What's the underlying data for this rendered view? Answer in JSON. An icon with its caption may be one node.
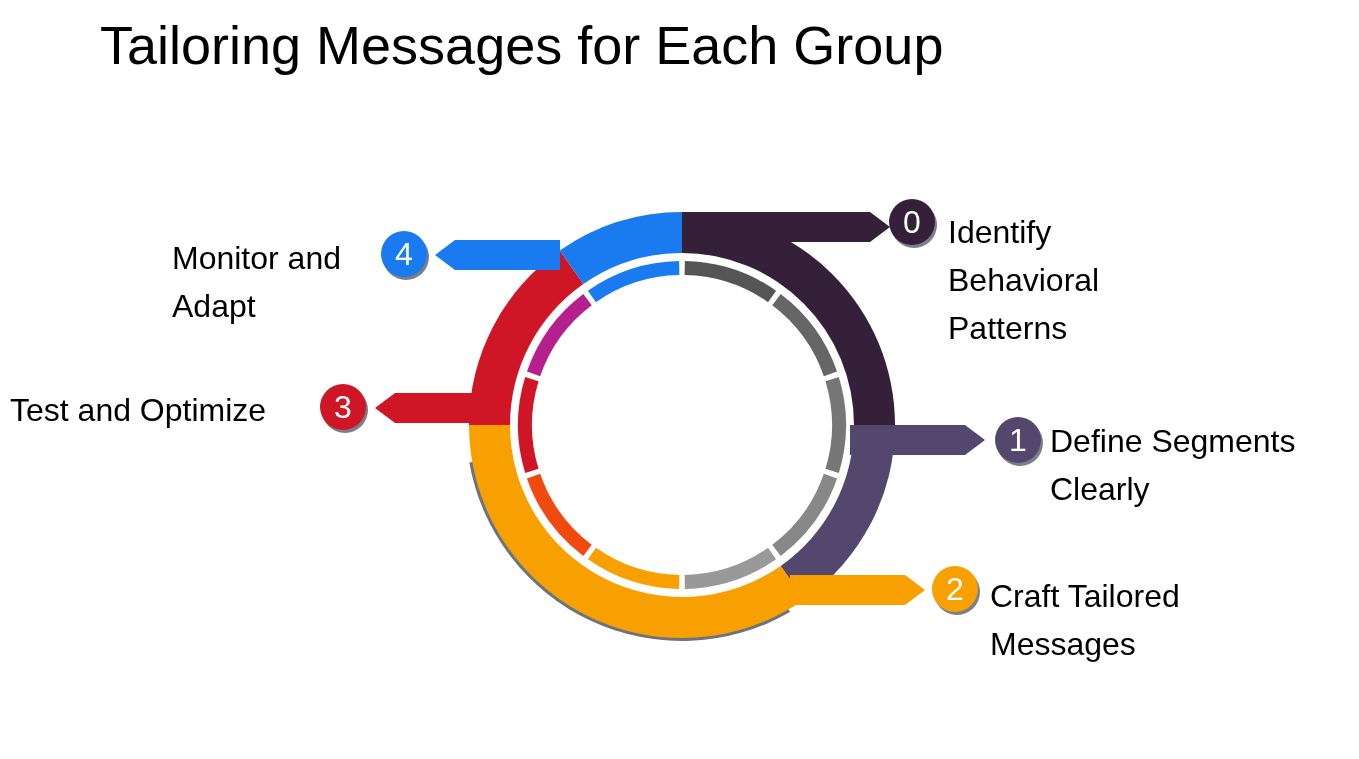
{
  "diagram": {
    "title": "Tailoring Messages for Each Group",
    "nodes": [
      {
        "text": [
          "0"
        ],
        "beside": [
          "Identify Behavioral Patterns"
        ]
      },
      {
        "text": [
          "1"
        ],
        "beside": [
          "Define Segments Clearly"
        ]
      },
      {
        "text": [
          "2"
        ],
        "beside": [
          "Craft Tailored Messages"
        ]
      },
      {
        "text": [
          "3"
        ],
        "beside": [
          "Test and Optimize"
        ]
      },
      {
        "text": [
          "4"
        ],
        "beside": [
          "Monitor and Adapt"
        ]
      }
    ]
  }
}
